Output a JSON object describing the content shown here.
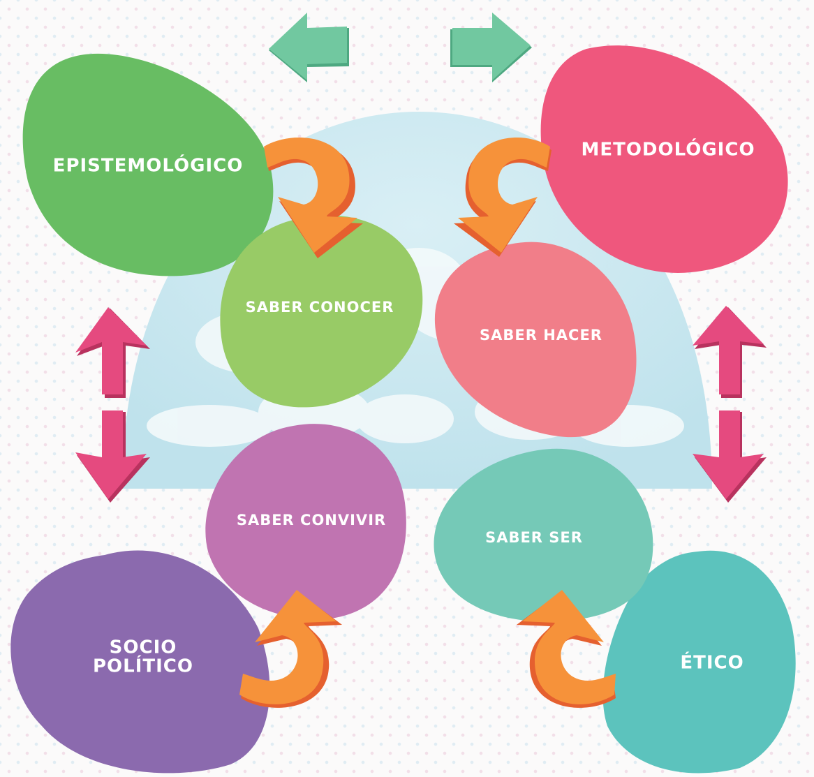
{
  "diagram": {
    "outer_dimensions": [
      {
        "id": "epistemologico",
        "label": "EPISTEMOLÓGICO",
        "color": "#68bd63"
      },
      {
        "id": "metodologico",
        "label": "METODOLÓGICO",
        "color": "#ef577d"
      },
      {
        "id": "sociopolitico",
        "label": "SOCIO\nPOLÍTICO",
        "color": "#8b6aae"
      },
      {
        "id": "etico",
        "label": "ÉTICO",
        "color": "#5cc3bd"
      }
    ],
    "inner_knowledge": [
      {
        "id": "saber-conocer",
        "label": "SABER CONOCER",
        "color": "#98cb66"
      },
      {
        "id": "saber-hacer",
        "label": "SABER HACER",
        "color": "#f17e89"
      },
      {
        "id": "saber-convivir",
        "label": "SABER CONVIVIR",
        "color": "#c074b1"
      },
      {
        "id": "saber-ser",
        "label": "SABER SER",
        "color": "#75c9b7"
      }
    ],
    "colors": {
      "top_arrows": "#6fc59d",
      "side_arrows": "#e54a7f",
      "curved_arrows": "#f6923a",
      "curved_arrow_shade": "#e5602f",
      "sky": "#c6e7ef"
    }
  }
}
